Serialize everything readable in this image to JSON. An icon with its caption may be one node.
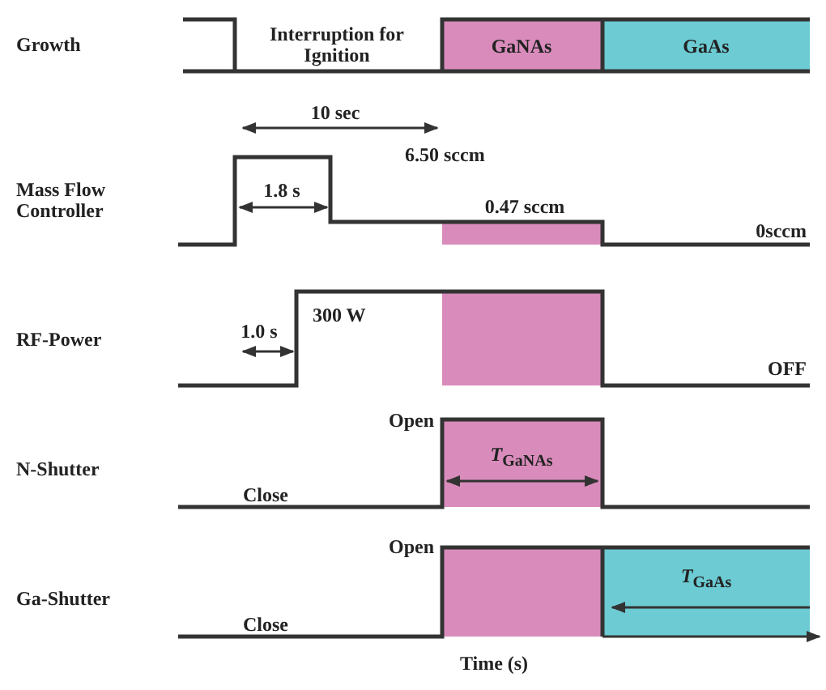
{
  "diagram": {
    "labels": [
      "Growth",
      "Interruption for Ignition",
      "GaNAs",
      "GaAs",
      "10 sec",
      "6.50 sccm",
      "Mass Flow Controller",
      "1.8 s",
      "0.47 sccm",
      "0sccm",
      "1.0 s",
      "300 W",
      "RF-Power",
      "OFF",
      "Open",
      "N-Shutter",
      "*T*$_{GaNAs}$",
      "Close",
      "Open",
      "Ga-Shutter",
      "*T*$_{GaAs}$",
      "Close",
      "Time (s)"
    ]
  }
}
